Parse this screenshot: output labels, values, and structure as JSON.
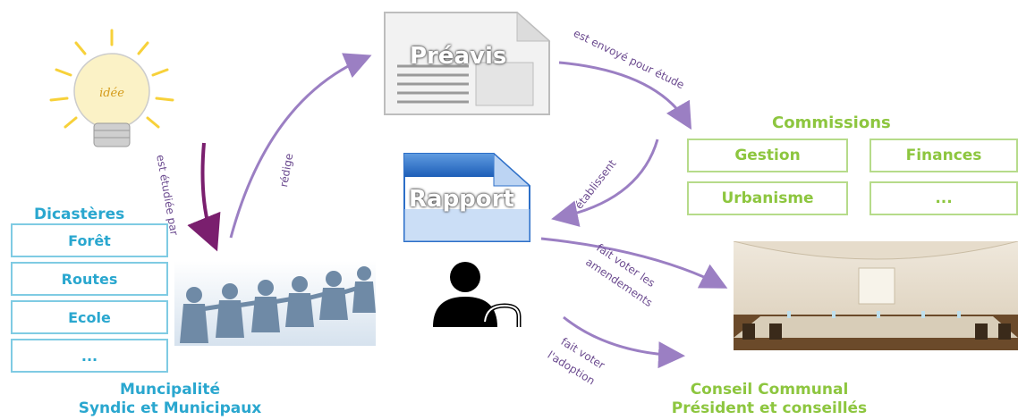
{
  "bulb_text": "idée",
  "preavis": {
    "title": "Préavis"
  },
  "rapport": {
    "title": "Rapport"
  },
  "dicasteres": {
    "title": "Dicastères",
    "items": [
      "Forêt",
      "Routes",
      "Ecole",
      "..."
    ]
  },
  "commissions": {
    "title": "Commissions",
    "items": [
      "Gestion",
      "Finances",
      "Urbanisme",
      "..."
    ]
  },
  "arrows": {
    "est_etudiee_par": "est étudiée par",
    "redige": "rédige",
    "est_envoye": "est envoyé pour étude",
    "etablissent": "établissent",
    "amendements_1": "fait voter les",
    "amendements_2": "amendements",
    "adoption_1": "fait voter",
    "adoption_2": "l'adoption"
  },
  "municipalite": {
    "line1": "Muncipalité",
    "line2": "Syndic et Municipaux"
  },
  "conseil": {
    "line1": "Conseil Communal",
    "line2": "Président et conseillés"
  },
  "colors": {
    "arrow": "#9b7fc3",
    "arrow_dark": "#7a1f6e",
    "blue": "#2aa7cf",
    "green": "#8dc63f"
  }
}
